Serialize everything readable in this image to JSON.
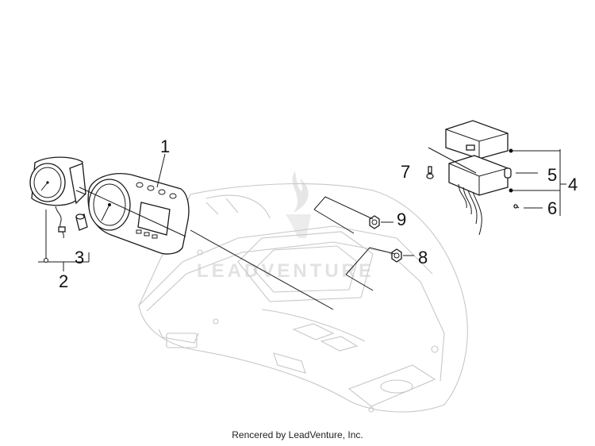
{
  "diagram": {
    "callouts": [
      "1",
      "2",
      "3",
      "4",
      "5",
      "6",
      "7",
      "8",
      "9"
    ],
    "watermark": "LEADVENTURE"
  },
  "footer": {
    "text": "Rencered by LeadVenture, Inc."
  }
}
